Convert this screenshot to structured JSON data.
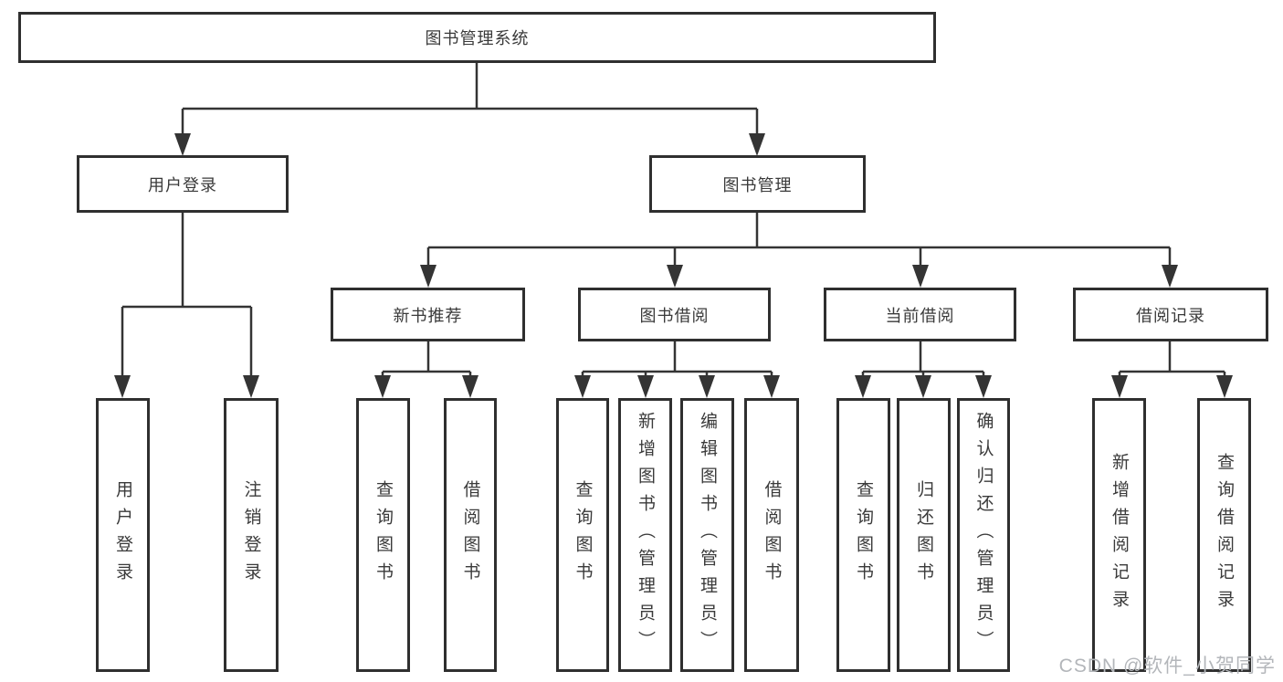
{
  "colors": {
    "line": "#343434",
    "box_border": "#2f2f2f",
    "text": "#3a3a3a",
    "watermark": "#b3b6ba",
    "background": "#ffffff"
  },
  "tree": {
    "root": {
      "label": "图书管理系统"
    },
    "branches": [
      {
        "label": "用户登录",
        "children": [
          {
            "label": "用户登录"
          },
          {
            "label": "注销登录"
          }
        ]
      },
      {
        "label": "图书管理",
        "children": [
          {
            "label": "新书推荐",
            "children": [
              {
                "label": "查询图书"
              },
              {
                "label": "借阅图书"
              }
            ]
          },
          {
            "label": "图书借阅",
            "children": [
              {
                "label": "查询图书"
              },
              {
                "label": "新增图书（管理员）"
              },
              {
                "label": "编辑图书（管理员）"
              },
              {
                "label": "借阅图书"
              }
            ]
          },
          {
            "label": "当前借阅",
            "children": [
              {
                "label": "查询图书"
              },
              {
                "label": "归还图书"
              },
              {
                "label": "确认归还（管理员）"
              }
            ]
          },
          {
            "label": "借阅记录",
            "children": [
              {
                "label": "新增借阅记录"
              },
              {
                "label": "查询借阅记录"
              }
            ]
          }
        ]
      }
    ]
  },
  "watermark": {
    "text": "CSDN @软件_小贺同学"
  }
}
